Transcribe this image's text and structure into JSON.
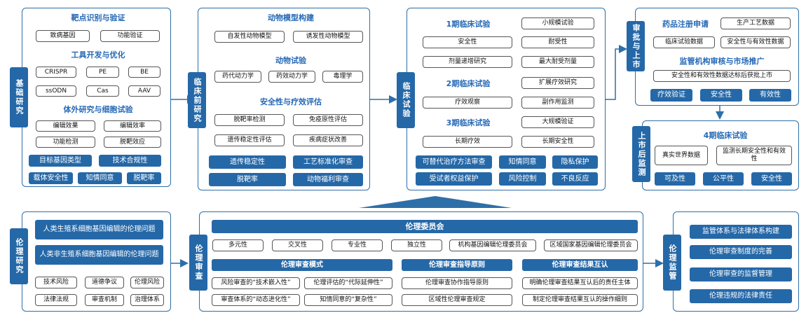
{
  "basic": {
    "tab": "基础研究",
    "h1": "靶点识别与验证",
    "h1_items": [
      "致病基因",
      "功能验证"
    ],
    "h2": "工具开发与优化",
    "h2_items": [
      "CRISPR",
      "PE",
      "BE",
      "ssODN",
      "Cas",
      "AAV"
    ],
    "h3": "体外研究与细胞试验",
    "h3_items": [
      "编辑效果",
      "编辑效率",
      "功能检测",
      "脱靶效应"
    ],
    "blue": [
      "目标基因类型",
      "技术合规性",
      "载体安全性",
      "知情同意",
      "脱靶率"
    ]
  },
  "preclinical": {
    "tab": "临床前研究",
    "h1": "动物模型构建",
    "h1_items": [
      "自发性动物模型",
      "诱发性动物模型"
    ],
    "h2": "动物试验",
    "h2_items": [
      "药代动力学",
      "药效动力学",
      "毒理学"
    ],
    "h3": "安全性与疗效评估",
    "h3_items": [
      "脱靶率检测",
      "免疫原性评估",
      "遗传稳定性评估",
      "疾病症状改善"
    ],
    "blue": [
      "遗传稳定性",
      "工艺标准化审查",
      "脱靶率",
      "动物福利审查"
    ]
  },
  "clinical": {
    "tab": "临床试验",
    "p1": "1期临床试验",
    "p1_right": "小规模试验",
    "p1_items": [
      "安全性",
      "耐受性",
      "剂量递增研究",
      "最大耐受剂量"
    ],
    "p2": "2期临床试验",
    "p2_right": "扩展疗效研究",
    "p2_items": [
      "疗效观察",
      "副作用监测"
    ],
    "p3": "3期临床试验",
    "p3_right": "大规模验证",
    "p3_items": [
      "长期疗效",
      "长期安全性"
    ],
    "blue": [
      "可替代治疗方法审查",
      "知情同意",
      "隐私保护",
      "受试者权益保护",
      "风险控制",
      "不良反应"
    ]
  },
  "approval": {
    "tab": "审批与上市",
    "h1": "药品注册申请",
    "right1": "生产工艺数据",
    "items1": [
      "临床试验数据",
      "安全性与有效性数据"
    ],
    "h2": "监管机构审核与市场推广",
    "wide": "安全性和有效性数据达标后获批上市",
    "blue": [
      "疗效验证",
      "安全性",
      "有效性"
    ]
  },
  "postmarket": {
    "tab": "上市后监测",
    "h1": "4期临床试验",
    "items": [
      "真实世界数据",
      "监测长期安全性和有效性"
    ],
    "blue": [
      "可及性",
      "公平性",
      "安全性"
    ]
  },
  "ethics_research": {
    "tab": "伦理研究",
    "blue": [
      "人类生殖系细胞基因编辑的伦理问题",
      "人类非生殖系细胞基因编辑的伦理问题"
    ],
    "items": [
      "技术风险",
      "道德争议",
      "伦理风险",
      "法律法规",
      "审查机制",
      "治理体系"
    ]
  },
  "ethics_review": {
    "tab": "伦理审查",
    "committee": "伦理委员会",
    "traits": [
      "多元性",
      "交叉性",
      "专业性",
      "独立性",
      "机构基因编辑伦理委员会",
      "区域国家基因编辑伦理委员会"
    ],
    "mode": "伦理审查模式",
    "mode_items": [
      "风险审查的“技术嵌入性”",
      "伦理评估的“代际延伸性”",
      "审查体系的“动态进化性”",
      "知情同意的“复杂性”"
    ],
    "guide": "伦理审查指导原则",
    "guide_items": [
      "伦理审查协作指导原则",
      "区域性伦理审查规定"
    ],
    "mutual": "伦理审查结果互认",
    "mutual_items": [
      "明确伦理审查结果互认后的责任主体",
      "制定伦理审查结果互认的操作细则"
    ]
  },
  "ethics_supervision": {
    "tab": "伦理监管",
    "items": [
      "监管体系与法律体系构建",
      "伦理审查制度的完善",
      "伦理审查的监督管理",
      "伦理违规的法律责任"
    ]
  },
  "colors": {
    "primary": "#2568a8",
    "heading": "#2569b6",
    "line": "#2e6fa8"
  }
}
